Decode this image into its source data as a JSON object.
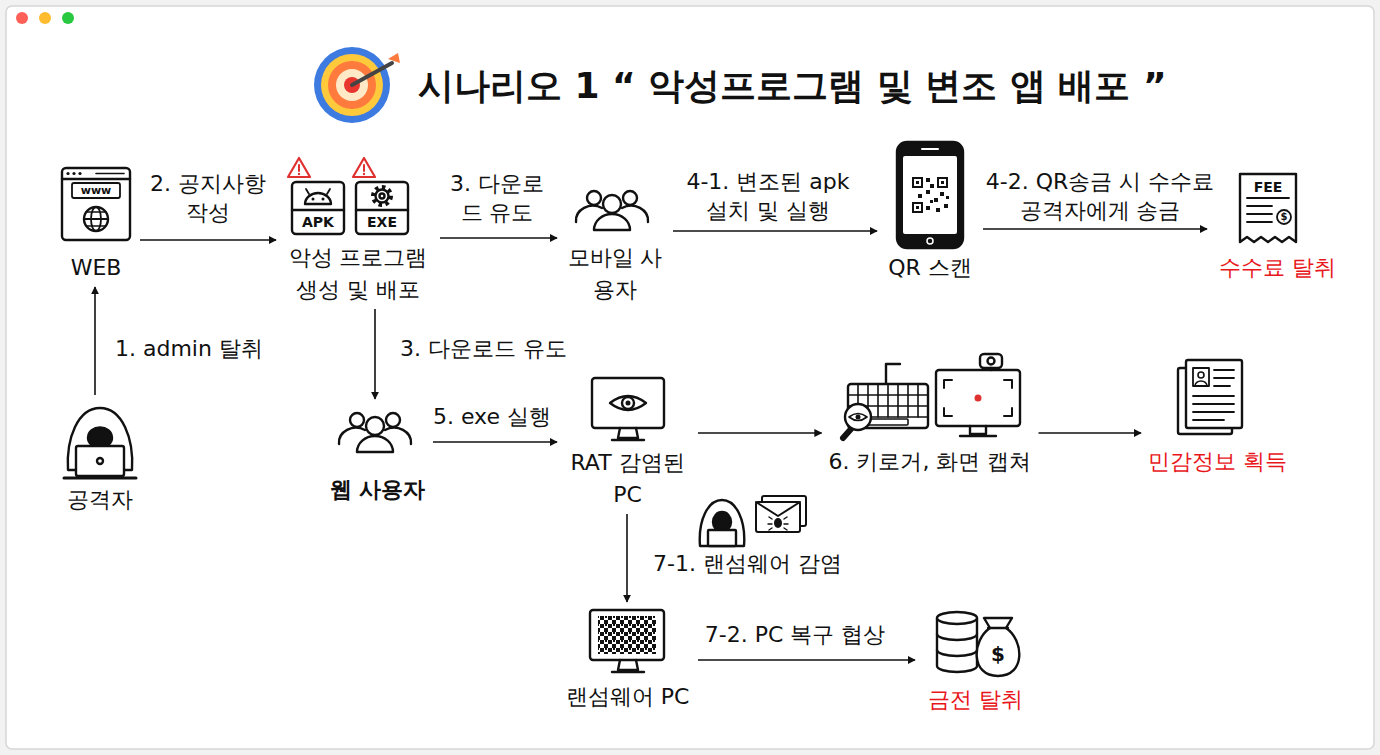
{
  "diagram": {
    "title": "시나리오 1 “ 악성프로그램 및 변조 앱 배포 ”",
    "nodes": [
      {
        "text": [
          "WEB"
        ]
      },
      {
        "text": [
          "악성 프로그램 생성 및 배포"
        ]
      },
      {
        "text": [
          "모바일 사용자"
        ]
      },
      {
        "text": [
          "QR 스캔"
        ]
      },
      {
        "text": [
          "수수료 탈취"
        ]
      },
      {
        "text": [
          "공격자"
        ]
      },
      {
        "text": [
          "웹 사용자"
        ]
      },
      {
        "text": [
          "RAT 감염된 PC"
        ]
      },
      {
        "text": [
          "6. 키로거, 화면 캡쳐"
        ]
      },
      {
        "text": [
          "민감정보 획득"
        ]
      },
      {
        "text": [
          "랜섬웨어 PC"
        ]
      },
      {
        "text": [
          "금전 탈취"
        ]
      }
    ],
    "edges": [
      {
        "from": 5,
        "to": 0,
        "arrow": "to",
        "label": "1. admin 탈취"
      },
      {
        "from": 0,
        "to": 1,
        "arrow": "to",
        "label": "2. 공지사항 작성"
      },
      {
        "from": 1,
        "to": 2,
        "arrow": "to",
        "label": "3. 다운로드 유도"
      },
      {
        "from": 1,
        "to": 6,
        "arrow": "to",
        "label": "3. 다운로드 유도"
      },
      {
        "from": 2,
        "to": 3,
        "arrow": "to",
        "label": "4-1. 변조된 apk 설치 및 실행"
      },
      {
        "from": 3,
        "to": 4,
        "arrow": "to",
        "label": "4-2. QR송금 시 수수료 공격자에게 송금"
      },
      {
        "from": 6,
        "to": 7,
        "arrow": "to",
        "label": "5. exe 실행"
      },
      {
        "from": 7,
        "to": 8,
        "arrow": "to"
      },
      {
        "from": 8,
        "to": 9,
        "arrow": "to"
      },
      {
        "from": 7,
        "to": 10,
        "arrow": "to",
        "label": "7-1. 랜섬웨어 감염"
      },
      {
        "from": 10,
        "to": 11,
        "arrow": "to",
        "label": "7-2. PC 복구 협상"
      }
    ],
    "labels": [
      "www",
      "APK",
      "EXE",
      "FEE",
      "$",
      "$"
    ]
  }
}
